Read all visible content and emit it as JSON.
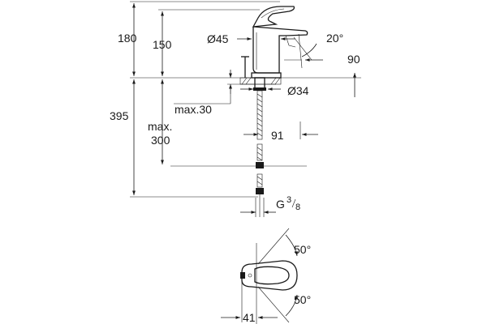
{
  "dimensions": {
    "height_total": "180",
    "height_spout": "150",
    "body_diameter": "Ø45",
    "spout_angle": "20°",
    "spout_reach": "90",
    "hole_diameter": "Ø34",
    "deck_thickness": "max.30",
    "below_deck": "395",
    "hose_max_line1": "max.",
    "hose_max_line2": "300",
    "hose_offset": "91",
    "thread_g": "G",
    "thread_num": "3",
    "thread_den": "8",
    "lever_angle_top": "50°",
    "lever_angle_bottom": "50°",
    "lever_offset": "41"
  }
}
